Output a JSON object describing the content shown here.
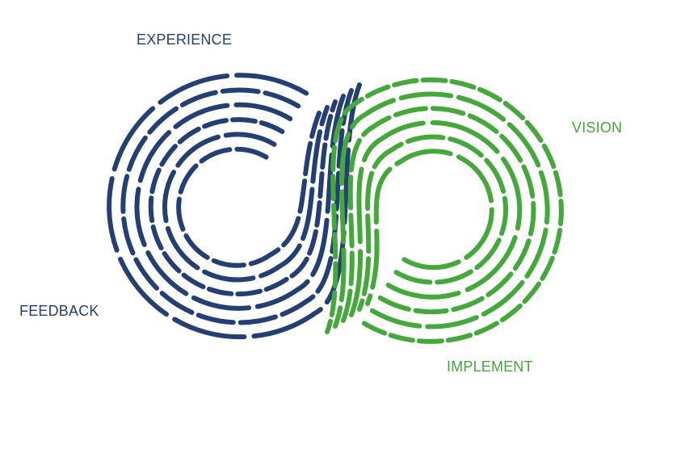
{
  "labels": {
    "experience": "EXPERIENCE",
    "vision": "VISION",
    "feedback": "FEEDBACK",
    "implement": "IMPLEMENT"
  },
  "colors": {
    "blue": "#243f73",
    "green": "#45a83a",
    "background": "#ffffff"
  },
  "diagram": {
    "shape": "infinity-loop",
    "style": "concentric dashed strokes",
    "stroke_count": 6
  }
}
